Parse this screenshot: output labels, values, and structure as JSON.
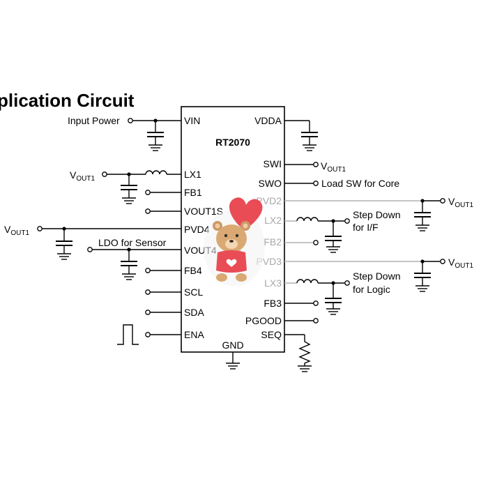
{
  "title": "plication  Circuit",
  "chip": {
    "name": "RT2070",
    "left_pins": [
      "VIN",
      "LX1",
      "FB1",
      "VOUT1S",
      "PVD4",
      "VOUT4",
      "FB4",
      "SCL",
      "SDA",
      "ENA"
    ],
    "right_pins": [
      "VDDA",
      "SWI",
      "SWO",
      "PVD2",
      "LX2",
      "FB2",
      "PVD3",
      "LX3",
      "FB3",
      "PGOOD",
      "SEQ"
    ],
    "bottom_pin": "GND"
  },
  "labels": {
    "input_power": "Input Power",
    "ldo_for_sensor": "LDO for Sensor",
    "load_sw": "Load SW for Core",
    "step_down_if_1": "Step Down",
    "step_down_if_2": "for I/F",
    "step_down_logic_1": "Step Down",
    "step_down_logic_2": "for Logic"
  },
  "vout": {
    "main": "V",
    "sub": "OUT1"
  },
  "watermark": "bear-with-heart-balloon"
}
